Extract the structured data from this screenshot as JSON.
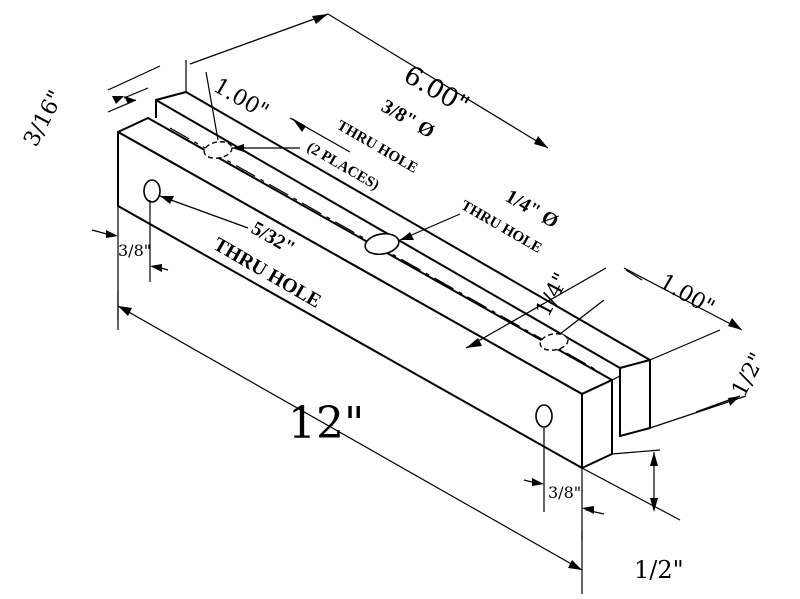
{
  "dimensions": {
    "overall_width": "6.00\"",
    "hole_offset_top": "1.00\"",
    "slot_thickness": "3/16\"",
    "slot_depth": "1/4\"",
    "end_offset_right": "1.00\"",
    "height_right": "1/2\"",
    "depth_bottom": "1/2\"",
    "length": "12\"",
    "end_hole_left": "3/8\"",
    "end_hole_right": "3/8\""
  },
  "notes": {
    "large_hole_dia": "3/8\" Ø",
    "large_hole_line1": "THRU HOLE",
    "large_hole_line2": "(2 PLACES)",
    "center_hole_dia": "1/4\" Ø",
    "center_hole_line1": "THRU HOLE",
    "small_hole_dia": "5/32\"",
    "small_hole_line1": "THRU HOLE"
  }
}
